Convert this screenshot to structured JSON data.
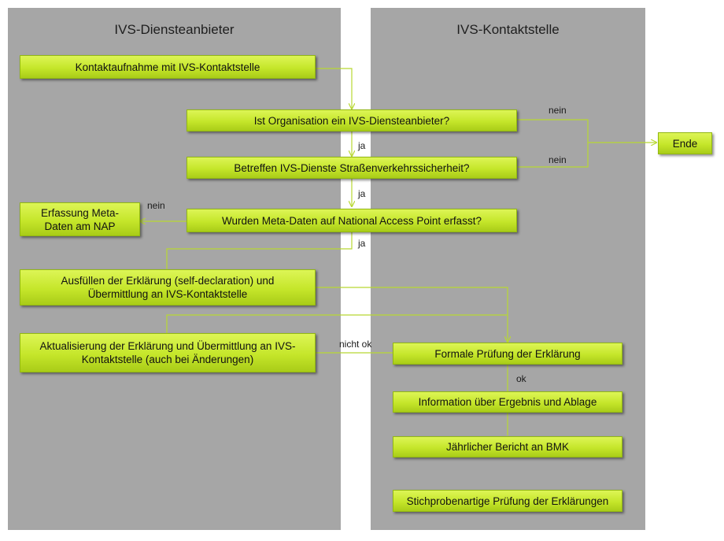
{
  "lanes": {
    "left": "IVS-Diensteanbieter",
    "right": "IVS-Kontaktstelle"
  },
  "boxes": {
    "kontaktaufnahme": "Kontaktaufnahme mit IVS-Kontaktstelle",
    "ist_organisation": "Ist Organisation ein IVS-Diensteanbieter?",
    "betreffen": "Betreffen IVS-Dienste Straßenverkehrssicherheit?",
    "meta_daten": "Wurden Meta-Daten auf National Access Point erfasst?",
    "erfassung": "Erfassung Meta-Daten am NAP",
    "ausfuellen": "Ausfüllen der Erklärung (self-declaration) und Übermittlung an IVS-Kontaktstelle",
    "aktualisierung": "Aktualisierung der Erklärung und Übermittlung an IVS-Kontaktstelle (auch bei Änderungen)",
    "formale_pruefung": "Formale Prüfung der Erklärung",
    "information": "Information über Ergebnis und Ablage",
    "bericht": "Jährlicher Bericht an BMK",
    "stichprobe": "Stichprobenartige Prüfung der Erklärungen",
    "ende": "Ende"
  },
  "labels": {
    "nein_1": "nein",
    "nein_2": "nein",
    "nein_3": "nein",
    "ja_1": "ja",
    "ja_2": "ja",
    "ja_3": "ja",
    "nicht_ok": "nicht ok",
    "ok": "ok"
  },
  "colors": {
    "lane": "#a6a6a6",
    "box": "#c5e62a",
    "connector": "#b8d832"
  }
}
